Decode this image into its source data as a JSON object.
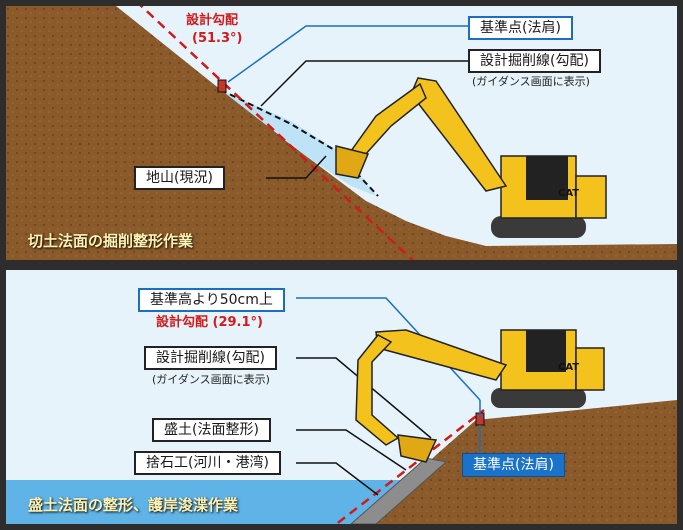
{
  "panel1": {
    "design_slope_label": "設計勾配",
    "design_slope_value": "(51.3°)",
    "reference_point": "基準点(法肩)",
    "design_line": "設計掘削線(勾配)",
    "guidance_note": "(ガイダンス画面に表示)",
    "ground_label": "地山(現況)",
    "caption": "切土法面の掘削整形作業",
    "brand": "CAT"
  },
  "panel2": {
    "height_label": "基準高より50cm上",
    "design_slope": "設計勾配 (29.1°)",
    "design_line": "設計掘削線(勾配)",
    "guidance_note": "(ガイダンス画面に表示)",
    "fill_label": "盛土(法面整形)",
    "riprap_label": "捨石工(河川・港湾)",
    "reference_point": "基準点(法肩)",
    "caption": "盛土法面の整形、護岸浚渫作業",
    "brand": "CAT"
  },
  "colors": {
    "soil": "#8a5a2b",
    "sky": "#dff0fb",
    "machine_yellow": "#f4c21c",
    "design_red": "#d21a1a",
    "accent_blue": "#1a6fc0",
    "water": "#5fb3e6"
  }
}
